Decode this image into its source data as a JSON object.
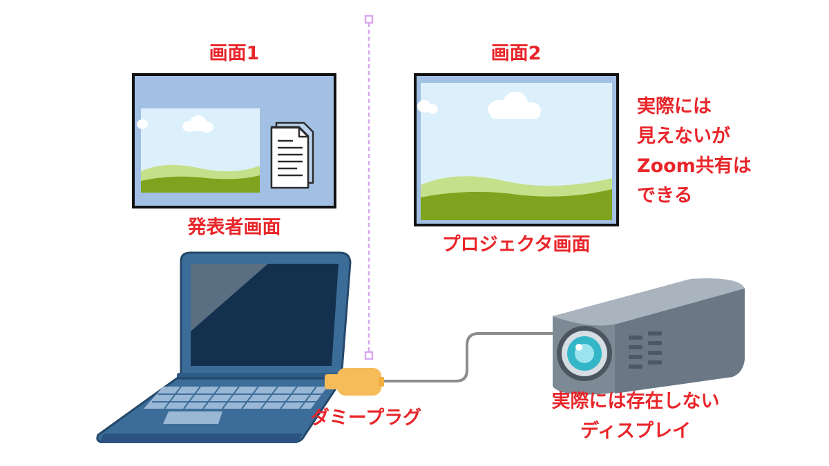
{
  "labels": {
    "screen1_title": "画面1",
    "screen2_title": "画面2",
    "presenter_screen": "発表者画面",
    "projector_screen": "プロジェクタ画面",
    "zoom_note": [
      "実際には",
      "見えないが",
      "Zoom共有は",
      "できる"
    ],
    "dummy_plug": "ダミープラグ",
    "virtual_display": [
      "実際には存在しない",
      "ディスプレイ"
    ]
  },
  "colors": {
    "label_red": "#e8252a",
    "monitor1_bg": "#a2c0e4",
    "sky": "#dcf0fb",
    "hill_light": "#c5e08a",
    "hill_dark": "#7fa31e",
    "laptop_blue": "#3c6d98",
    "laptop_dark": "#14304f",
    "projector_gray": "#7d8a96",
    "plug_orange": "#f7bc5a",
    "cable_gray": "#8c8c8c",
    "divider_violet": "#d7a8ee"
  },
  "icons": {
    "document": "document-stack-icon",
    "cloud": "cloud-icon",
    "laptop": "laptop-illustration",
    "projector": "projector-illustration",
    "plug": "dummy-plug-illustration"
  }
}
